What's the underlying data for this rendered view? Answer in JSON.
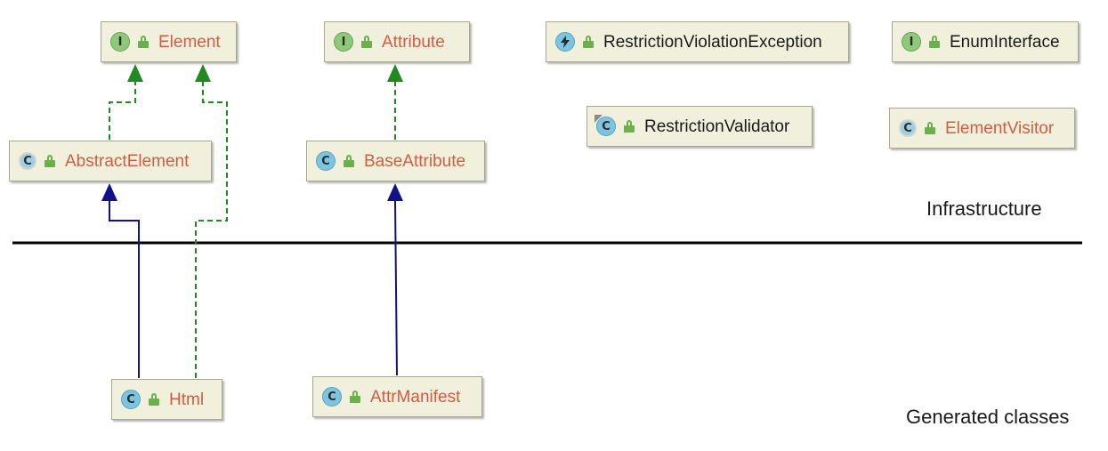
{
  "nodes": {
    "element": {
      "label": "Element",
      "kind": "interface",
      "icon": "I"
    },
    "attribute": {
      "label": "Attribute",
      "kind": "interface",
      "icon": "I"
    },
    "restriction_violation_exception": {
      "label": "RestrictionViolationException",
      "kind": "exception",
      "icon": "lightning"
    },
    "enum_interface": {
      "label": "EnumInterface",
      "kind": "interface",
      "icon": "I"
    },
    "restriction_validator": {
      "label": "RestrictionValidator",
      "kind": "final-class",
      "icon": "C"
    },
    "element_visitor": {
      "label": "ElementVisitor",
      "kind": "abstract-class",
      "icon": "C"
    },
    "abstract_element": {
      "label": "AbstractElement",
      "kind": "abstract-class",
      "icon": "C"
    },
    "base_attribute": {
      "label": "BaseAttribute",
      "kind": "class",
      "icon": "C"
    },
    "html": {
      "label": "Html",
      "kind": "class",
      "icon": "C"
    },
    "attr_manifest": {
      "label": "AttrManifest",
      "kind": "class",
      "icon": "C"
    }
  },
  "edges": [
    {
      "from": "abstract_element",
      "to": "element",
      "type": "implements"
    },
    {
      "from": "html",
      "to": "element",
      "type": "implements"
    },
    {
      "from": "html",
      "to": "abstract_element",
      "type": "extends"
    },
    {
      "from": "base_attribute",
      "to": "attribute",
      "type": "implements"
    },
    {
      "from": "attr_manifest",
      "to": "base_attribute",
      "type": "extends"
    }
  ],
  "regions": {
    "infrastructure": "Infrastructure",
    "generated": "Generated classes"
  },
  "colors": {
    "implements_edge": "#1f8a1f",
    "extends_edge": "#11118a",
    "separator": "#000000",
    "node_fill": "#f0f0dc",
    "linked_label": "#d05d43",
    "plain_label": "#1a1a1a"
  }
}
